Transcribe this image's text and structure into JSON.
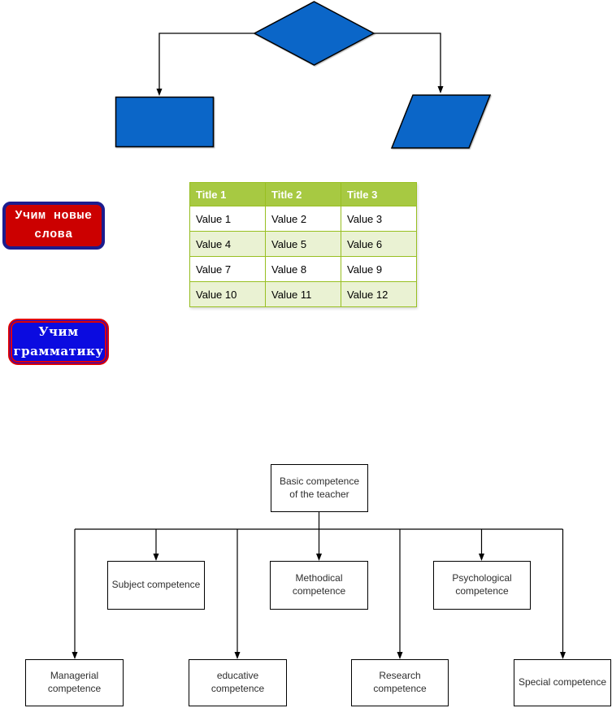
{
  "colors": {
    "shape_fill_blue": "#0b66c8",
    "shape_stroke": "#000000",
    "connector_stroke": "#000000",
    "table_header_bg": "#a7c942",
    "table_header_text": "#ffffff",
    "table_border": "#98bf21",
    "table_alt_row_bg": "#eaf2d3",
    "button_words_bg": "#cc0000",
    "button_words_border": "#1c1c8e",
    "button_grammar_bg": "#0b0be0",
    "button_grammar_border": "#e00000",
    "button_text": "#ffffff",
    "org_box_border": "#000000",
    "org_text": "#2f2f2f"
  },
  "flowchart": {
    "shapes": [
      "decision-diamond",
      "process-rectangle",
      "io-parallelogram"
    ]
  },
  "table": {
    "headers": [
      "Title 1",
      "Title 2",
      "Title 3"
    ],
    "rows": [
      [
        "Value 1",
        "Value 2",
        "Value 3"
      ],
      [
        "Value 4",
        "Value 5",
        "Value 6"
      ],
      [
        "Value 7",
        "Value 8",
        "Value 9"
      ],
      [
        "Value 10",
        "Value 11",
        "Value 12"
      ]
    ]
  },
  "buttons": {
    "learn_words": {
      "label": "Учим новые слова"
    },
    "learn_grammar": {
      "label": "Учим грамматику"
    }
  },
  "orgchart": {
    "root": {
      "label": "Basic competence of the teacher"
    },
    "level2": [
      {
        "label": "Subject competence"
      },
      {
        "label": "Methodical competence"
      },
      {
        "label": "Psychological competence"
      }
    ],
    "level3": [
      {
        "label": "Managerial competence"
      },
      {
        "label": "educative competence"
      },
      {
        "label": "Research competence"
      },
      {
        "label": "Special competence"
      }
    ]
  }
}
